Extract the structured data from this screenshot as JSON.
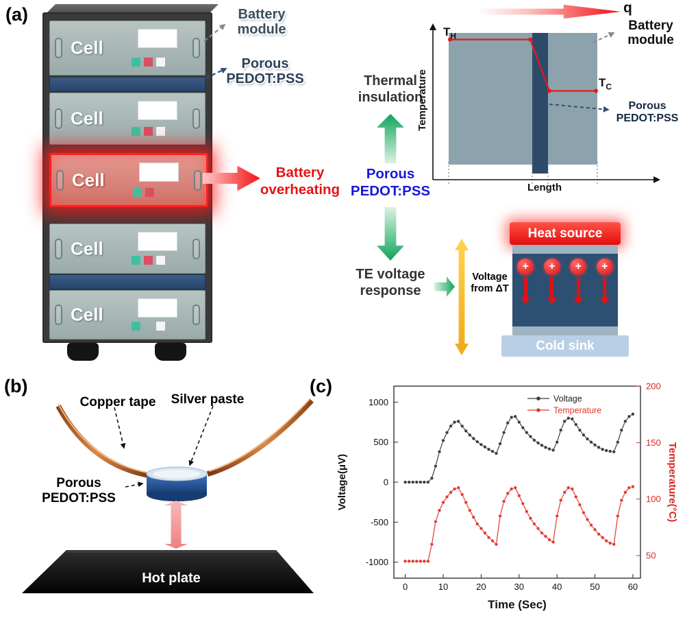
{
  "figure": {
    "panel_a_label": "(a)",
    "panel_b_label": "(b)",
    "panel_c_label": "(c)"
  },
  "panel_a": {
    "rack": {
      "cells": [
        "Cell",
        "Cell",
        "Cell",
        "Cell",
        "Cell"
      ]
    },
    "callout_battery_module": "Battery module",
    "callout_porous_pedot": "Porous PEDOT:PSS",
    "battery_overheating": "Battery overheating",
    "porous_pedot_center": "Porous PEDOT:PSS",
    "thermal_insulation": "Thermal insulation",
    "te_voltage_response": "TE voltage response",
    "voltage_from_dt": "Voltage from ΔT",
    "mini_plot": {
      "q_label": "q",
      "t_hot_base": "T",
      "t_hot_sub": "H",
      "t_cold_base": "T",
      "t_cold_sub": "C",
      "battery_module_label": "Battery module",
      "porous_pedot_label": "Porous PEDOT:PSS"
    },
    "te_schematic": {
      "heat_source": "Heat source",
      "cold_sink": "Cold sink",
      "carrier_symbol": "+"
    }
  },
  "panel_b": {
    "copper_tape": "Copper tape",
    "silver_paste": "Silver paste",
    "porous_pedot": "Porous PEDOT:PSS",
    "hot_plate": "Hot plate"
  },
  "chart_data": [
    {
      "id": "temperature-profile-schematic",
      "type": "line",
      "xlabel": "Length",
      "ylabel": "Temperature",
      "regions": [
        "battery-module",
        "porous-pedotpss",
        "battery-module"
      ],
      "series": [
        {
          "name": "temperature-profile",
          "color": "#e81717",
          "x": [
            0,
            0.55,
            0.68,
            1
          ],
          "y": [
            0.95,
            0.95,
            0.56,
            0.56
          ]
        }
      ]
    },
    {
      "id": "te-voltage-temperature-response",
      "type": "line",
      "title": "",
      "xlabel": "Time (Sec)",
      "ylabel_left": "Voltage(μV)",
      "ylabel_right": "Temperature(°C)",
      "x_range": [
        -3,
        62
      ],
      "y_left_range": [
        -1200,
        1200
      ],
      "y_right_range": [
        30,
        200
      ],
      "x_ticks": [
        0,
        10,
        20,
        30,
        40,
        50,
        60
      ],
      "y_left_ticks": [
        1000,
        500,
        0,
        -500,
        -1000
      ],
      "y_right_ticks": [
        200,
        150,
        100,
        50
      ],
      "legend_position": "top-center-inside",
      "grid": false,
      "series": [
        {
          "name": "Voltage",
          "axis": "left",
          "color": "#3d3d3d",
          "x": [
            0,
            1,
            2,
            3,
            4,
            5,
            6,
            7,
            8,
            9,
            10,
            11,
            12,
            13,
            14,
            15,
            16,
            17,
            18,
            19,
            20,
            21,
            22,
            23,
            24,
            25,
            26,
            27,
            28,
            29,
            30,
            31,
            32,
            33,
            34,
            35,
            36,
            37,
            38,
            39,
            40,
            41,
            42,
            43,
            44,
            45,
            46,
            47,
            48,
            49,
            50,
            51,
            52,
            53,
            54,
            55,
            56,
            57,
            58,
            59,
            60
          ],
          "values": [
            0,
            0,
            0,
            0,
            0,
            0,
            0,
            50,
            200,
            380,
            520,
            620,
            700,
            750,
            760,
            700,
            640,
            590,
            545,
            505,
            470,
            440,
            410,
            385,
            360,
            480,
            620,
            740,
            810,
            820,
            750,
            680,
            620,
            570,
            525,
            490,
            460,
            435,
            415,
            400,
            500,
            650,
            760,
            800,
            790,
            720,
            650,
            590,
            540,
            500,
            465,
            435,
            410,
            395,
            385,
            380,
            500,
            650,
            760,
            820,
            850
          ]
        },
        {
          "name": "Temperature",
          "axis": "right",
          "color": "#e0382e",
          "x": [
            0,
            1,
            2,
            3,
            4,
            5,
            6,
            7,
            8,
            9,
            10,
            11,
            12,
            13,
            14,
            15,
            16,
            17,
            18,
            19,
            20,
            21,
            22,
            23,
            24,
            25,
            26,
            27,
            28,
            29,
            30,
            31,
            32,
            33,
            34,
            35,
            36,
            37,
            38,
            39,
            40,
            41,
            42,
            43,
            44,
            45,
            46,
            47,
            48,
            49,
            50,
            51,
            52,
            53,
            54,
            55,
            56,
            57,
            58,
            59,
            60
          ],
          "values": [
            45,
            45,
            45,
            45,
            45,
            45,
            45,
            60,
            80,
            90,
            97,
            102,
            106,
            109,
            110,
            104,
            97,
            90,
            84,
            78,
            74,
            70,
            66,
            63,
            60,
            85,
            98,
            105,
            109,
            110,
            103,
            96,
            89,
            83,
            78,
            74,
            70,
            67,
            64,
            62,
            85,
            99,
            106,
            110,
            109,
            102,
            95,
            88,
            82,
            77,
            73,
            69,
            66,
            63,
            61,
            60,
            85,
            99,
            106,
            110,
            111
          ]
        }
      ]
    }
  ],
  "colors": {
    "accent_red": "#e81212",
    "accent_blue": "#1818d8",
    "arrow_green": "#12a35a",
    "arrow_yellow": "#f0a816",
    "divider_navy": "#2e4a6b",
    "temperature_red": "#e0382e",
    "voltage_gray": "#3d3d3d"
  }
}
